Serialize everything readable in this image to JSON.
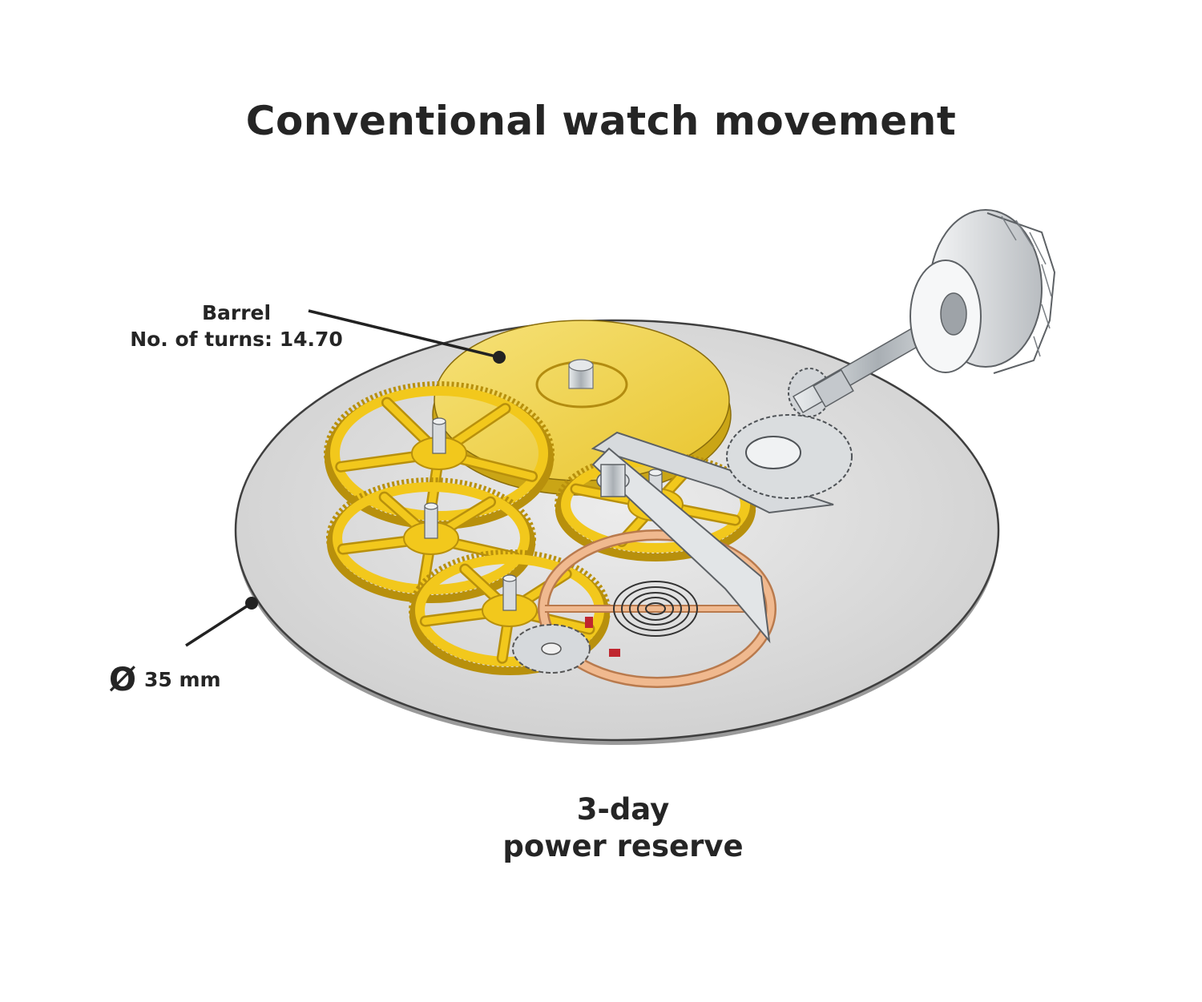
{
  "title": "Conventional watch movement",
  "barrel": {
    "name": "Barrel",
    "turns": "No. of turns: 14.70"
  },
  "diameter": {
    "symbol": "Ø",
    "value": "35 mm"
  },
  "power_reserve": {
    "line1": "3-day",
    "line2": "power reserve"
  },
  "colors": {
    "plate": "#d9d9d9",
    "plate_edge": "#4a4a4a",
    "brass": "#f2c81c",
    "brass_dark": "#b8900c",
    "barrel_top": "#f4db52",
    "copper": "#e8a77d",
    "steel": "#cfd3d6",
    "leader": "#222222"
  }
}
